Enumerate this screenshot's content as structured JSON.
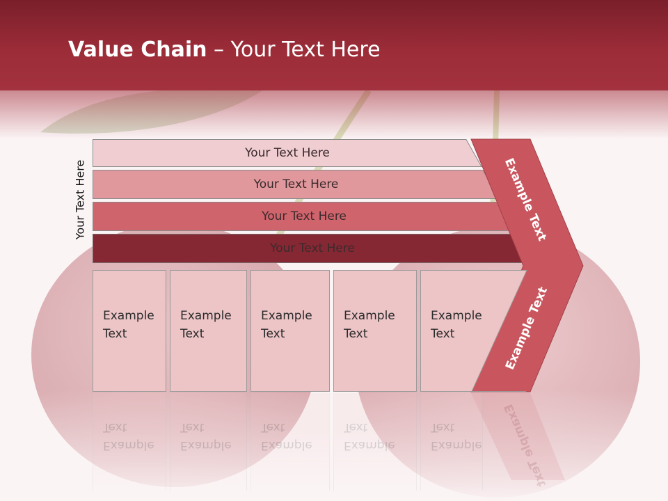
{
  "title": {
    "bold": "Value Chain",
    "rest": " – Your Text Here"
  },
  "side_label": "Your Text Here",
  "bars": [
    {
      "label": "Your Text Here",
      "color": "#f0cdd1"
    },
    {
      "label": "Your Text Here",
      "color": "#e0989c"
    },
    {
      "label": "Your Text Here",
      "color": "#d0646c"
    },
    {
      "label": "Your Text Here",
      "color": "#862833"
    }
  ],
  "boxes": [
    {
      "line1": "Example",
      "line2": "Text"
    },
    {
      "line1": "Example",
      "line2": "Text"
    },
    {
      "line1": "Example",
      "line2": "Text"
    },
    {
      "line1": "Example",
      "line2": "Text"
    },
    {
      "line1": "Example",
      "line2": "Text"
    }
  ],
  "chevron": {
    "upper_text": "Example Text",
    "lower_text": "Example Text",
    "color": "#c9565e"
  },
  "colors": {
    "header": "#9b2c38",
    "box_fill": "#edc5c7"
  }
}
